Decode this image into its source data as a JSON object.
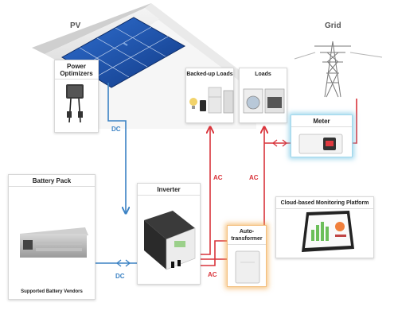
{
  "labels": {
    "pv": "PV",
    "grid": "Grid",
    "power_optimizers": "Power Optimizers",
    "backed_up_loads": "Backed-up Loads",
    "loads": "Loads",
    "meter": "Meter",
    "battery_pack": "Battery Pack",
    "supported_battery_vendors": "Supported Battery Vendors",
    "inverter": "Inverter",
    "auto_transformer_1": "Auto-",
    "auto_transformer_2": "transformer",
    "cloud_platform": "Cloud-based Monitoring Platform"
  },
  "wires": {
    "dc_optimizer": "DC",
    "dc_battery": "DC",
    "ac_backed_up": "AC",
    "ac_loads": "AC",
    "ac_transformer": "AC"
  },
  "colors": {
    "dc_line": "#3b82c4",
    "ac_line": "#d9343b",
    "meter_glow": "#7cc8e6",
    "transformer_glow": "#f2a94b"
  }
}
